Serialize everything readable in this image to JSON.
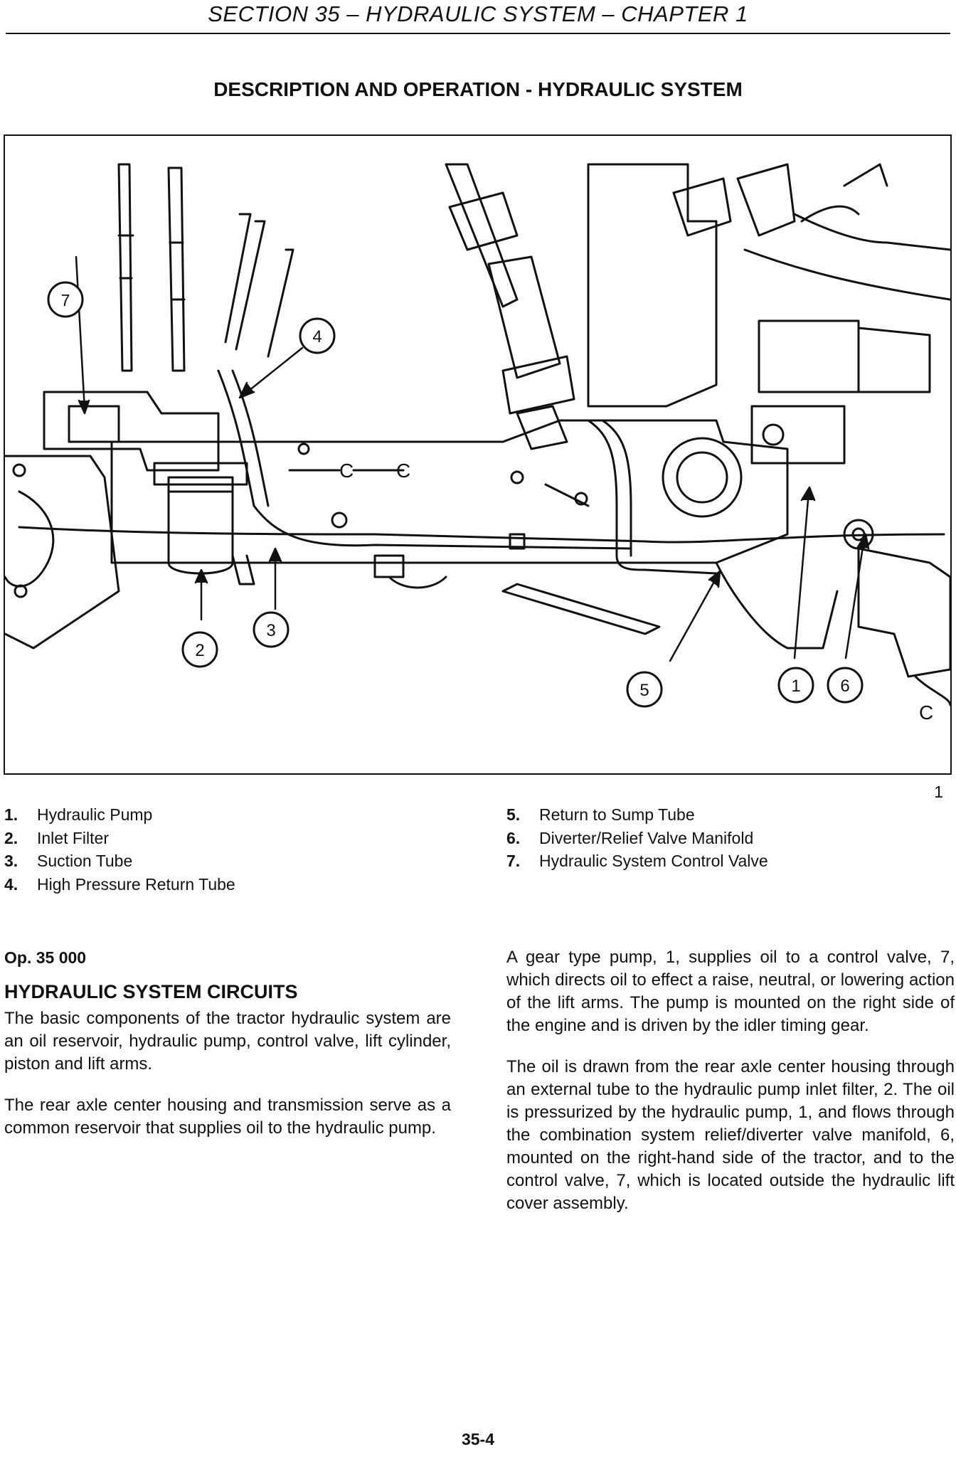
{
  "header": {
    "title": "SECTION 35 – HYDRAULIC SYSTEM – CHAPTER 1"
  },
  "page_heading": "DESCRIPTION AND OPERATION - HYDRAULIC SYSTEM",
  "figure": {
    "callouts": [
      "7",
      "4",
      "2",
      "3",
      "5",
      "1",
      "6"
    ],
    "figure_number": "1"
  },
  "legend": {
    "left": [
      {
        "num": "1.",
        "label": "Hydraulic Pump"
      },
      {
        "num": "2.",
        "label": "Inlet Filter"
      },
      {
        "num": "3.",
        "label": "Suction Tube"
      },
      {
        "num": "4.",
        "label": "High Pressure Return Tube"
      }
    ],
    "right": [
      {
        "num": "5.",
        "label": "Return to Sump Tube"
      },
      {
        "num": "6.",
        "label": "Diverter/Relief Valve Manifold"
      },
      {
        "num": "7.",
        "label": "Hydraulic System Control Valve"
      }
    ]
  },
  "body": {
    "op_label": "Op. 35 000",
    "section_heading": "HYDRAULIC SYSTEM CIRCUITS",
    "left_paragraphs": [
      "The basic components of the tractor hydraulic system are an oil reservoir, hydraulic pump, control valve, lift cylinder, piston and lift arms.",
      "The rear axle center housing and transmission serve as a common reservoir that supplies oil to the hydraulic pump."
    ],
    "right_paragraphs": [
      "A gear type pump, 1, supplies oil to a control valve, 7, which directs oil to effect a raise, neutral, or lowering action of the lift arms. The pump is mounted on the right side of the engine and is driven by the idler timing gear.",
      "The oil is drawn from the rear axle center housing through an external tube to the hydraulic pump inlet filter, 2. The oil is pressurized by the hydraulic pump, 1, and flows through the combination system relief/diverter valve manifold, 6, mounted on the right-hand side of the tractor, and to the control valve, 7, which is located outside the hydraulic lift cover assembly."
    ]
  },
  "footer": {
    "page_number": "35-4"
  }
}
